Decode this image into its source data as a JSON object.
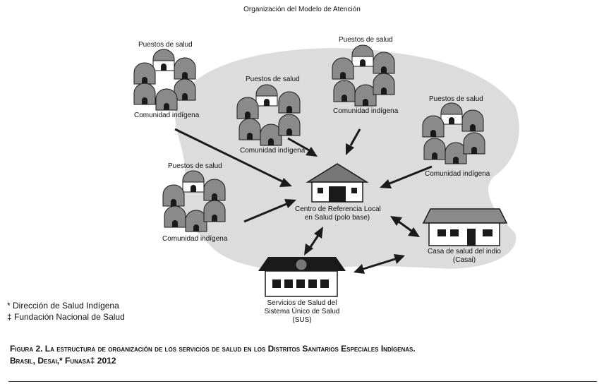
{
  "diagram_title": "Organización del Modelo de Atención",
  "labels": {
    "puestos": "Puestos de salud",
    "comunidad": "Comunidad indígena",
    "centro_line1": "Centro de Referencia Local",
    "centro_line2": "en Salud (polo base)",
    "casai_line1": "Casa de salud del indio",
    "casai_line2": "(Casai)",
    "sus_line1": "Servicios de Salud del",
    "sus_line2": "Sistema Único de Salud",
    "sus_line3": "(SUS)"
  },
  "footnotes": [
    "* Dirección de Salud Indígena",
    "‡ Fundación Nacional de Salud"
  ],
  "caption": {
    "line1": "Figura 2. La estructura de organización de los servicios de salud en los Distritos Sanitarios Especiales Indígenas.",
    "line2": "Brasil, Desai,* Funasa‡ 2012"
  },
  "colors": {
    "blob": "#dcdcdc",
    "hut": "#8a8a8a",
    "ink": "#1a1a1a",
    "roof": "#777777"
  }
}
